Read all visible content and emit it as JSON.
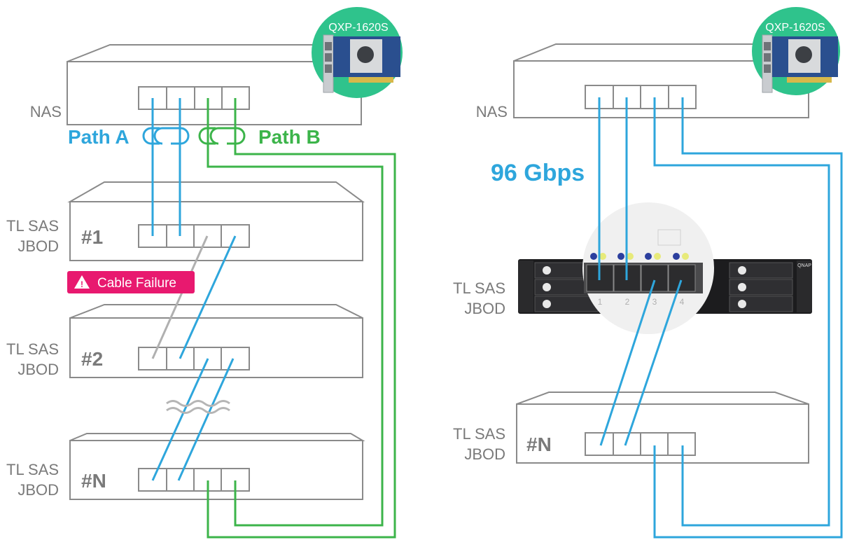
{
  "colors": {
    "path_a": "#2ea6dc",
    "path_b": "#3cb44a",
    "failure_badge": "#e8196f",
    "card_circle": "#2fc38c",
    "outline": "#8a8a8a",
    "failed_cable": "#b0b0b0"
  },
  "left_diagram": {
    "card_label": "QXP-1620S",
    "nas_label": "NAS",
    "path_a_label": "Path A",
    "path_b_label": "Path B",
    "jbods": [
      {
        "label_line1": "TL SAS",
        "label_line2": "JBOD",
        "number": "#1"
      },
      {
        "label_line1": "TL SAS",
        "label_line2": "JBOD",
        "number": "#2"
      },
      {
        "label_line1": "TL SAS",
        "label_line2": "JBOD",
        "number": "#N"
      }
    ],
    "failure_badge": {
      "icon": "warning-triangle-icon",
      "icon_glyph": "!",
      "label": "Cable Failure"
    }
  },
  "right_diagram": {
    "card_label": "QXP-1620S",
    "nas_label": "NAS",
    "bandwidth_label": "96 Gbps",
    "jbod_photo": {
      "label_line1": "TL SAS",
      "label_line2": "JBOD",
      "port_numbers": [
        "1",
        "2",
        "3",
        "4"
      ],
      "brand": "QNAP"
    },
    "jbod_n": {
      "label_line1": "TL SAS",
      "label_line2": "JBOD",
      "number": "#N"
    }
  }
}
